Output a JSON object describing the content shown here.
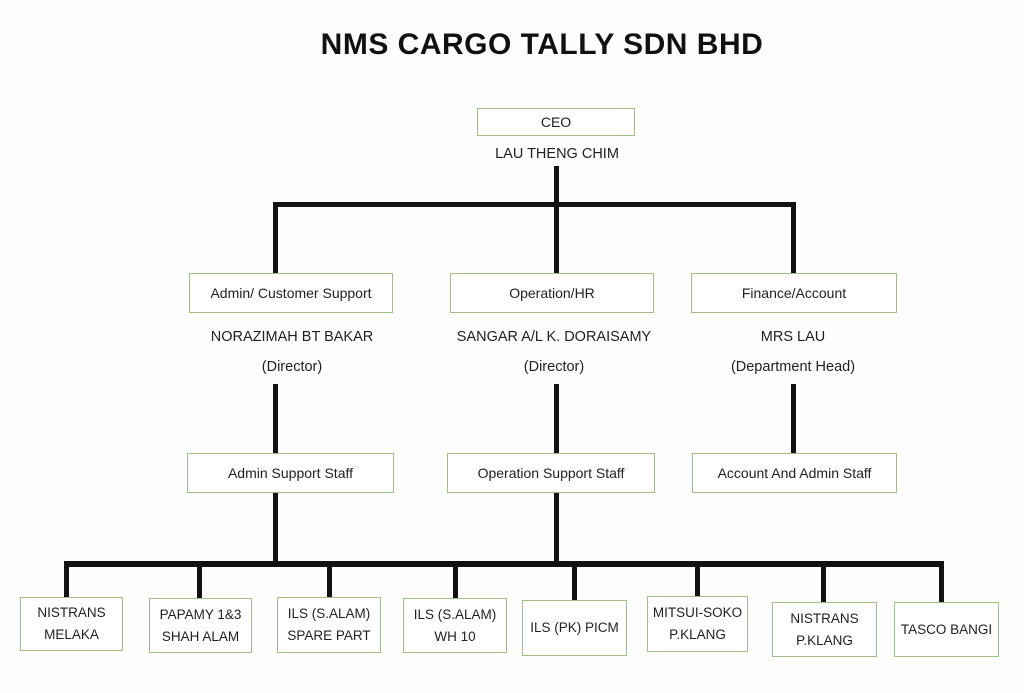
{
  "title": "NMS CARGO TALLY SDN BHD",
  "colors": {
    "box_border": "#a3bd88",
    "connector": "#121212",
    "text": "#1f1f1f",
    "background": "#fefefe"
  },
  "ceo": {
    "label": "CEO",
    "name": "LAU THENG CHIM"
  },
  "departments": [
    {
      "title": "Admin/ Customer Support",
      "name": "NORAZIMAH BT BAKAR",
      "role": "(Director)",
      "staff_label": "Admin Support Staff"
    },
    {
      "title": "Operation/HR",
      "name": "SANGAR A/L K. DORAISAMY",
      "role": "(Director)",
      "staff_label": "Operation Support Staff"
    },
    {
      "title": "Finance/Account",
      "name": "MRS LAU",
      "role": "(Department Head)",
      "staff_label": "Account And Admin Staff"
    }
  ],
  "locations": [
    {
      "line1": "NISTRANS",
      "line2": "MELAKA"
    },
    {
      "line1": "PAPAMY 1&3",
      "line2": "SHAH ALAM"
    },
    {
      "line1": "ILS (S.ALAM)",
      "line2": "SPARE PART"
    },
    {
      "line1": "ILS (S.ALAM)",
      "line2": "WH 10"
    },
    {
      "line1": "ILS (PK) PICM",
      "line2": ""
    },
    {
      "line1": "MITSUI-SOKO",
      "line2": "P.KLANG"
    },
    {
      "line1": "NISTRANS",
      "line2": "P.KLANG"
    },
    {
      "line1": "TASCO BANGI",
      "line2": ""
    }
  ]
}
